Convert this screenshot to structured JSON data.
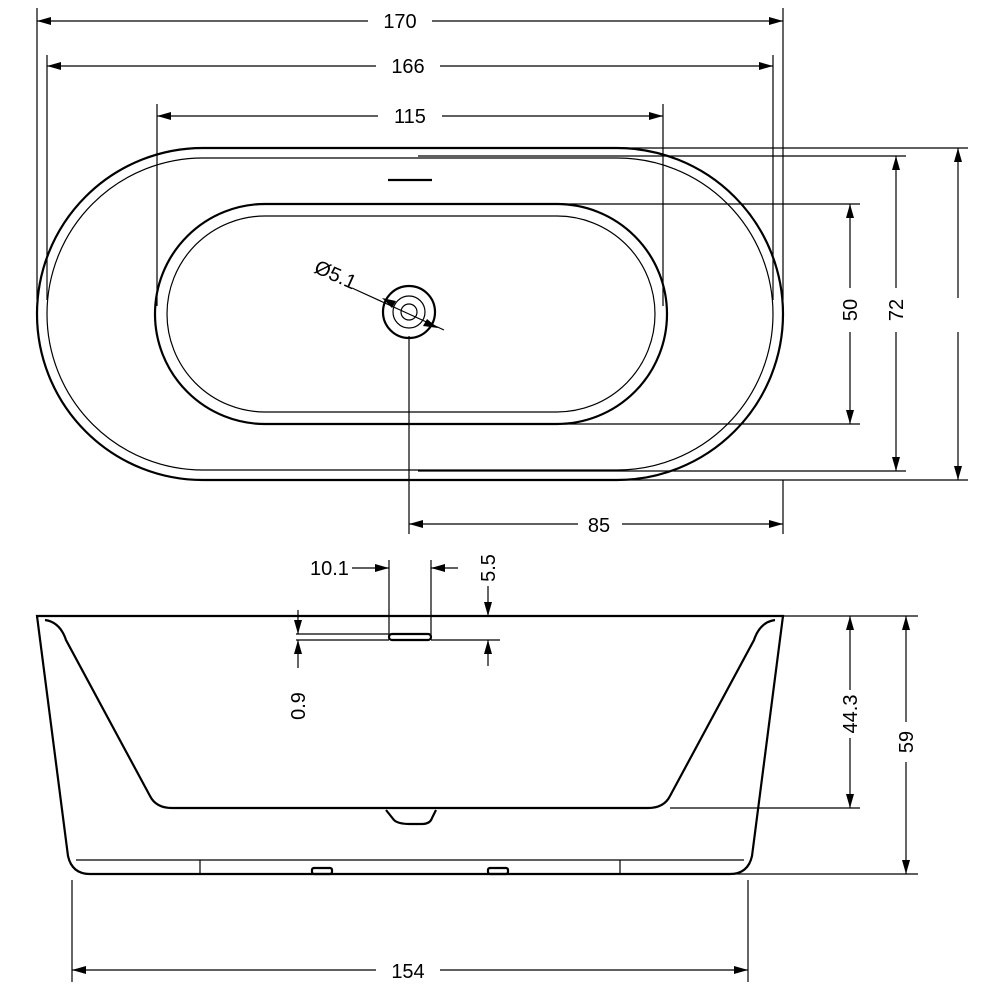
{
  "top_view": {
    "overall_length": "170",
    "outer_rim_length": "166",
    "basin_length": "115",
    "overall_width": "72",
    "basin_width": "50",
    "drain_diameter": "Ø5.1",
    "drain_offset": "85"
  },
  "side_view": {
    "overflow_length": "10.1",
    "overflow_drop": "5.5",
    "overflow_height": "0.9",
    "basin_depth": "44.3",
    "overall_height": "59",
    "base_length": "154"
  },
  "colors": {
    "line": "#000000",
    "background": "#ffffff"
  }
}
